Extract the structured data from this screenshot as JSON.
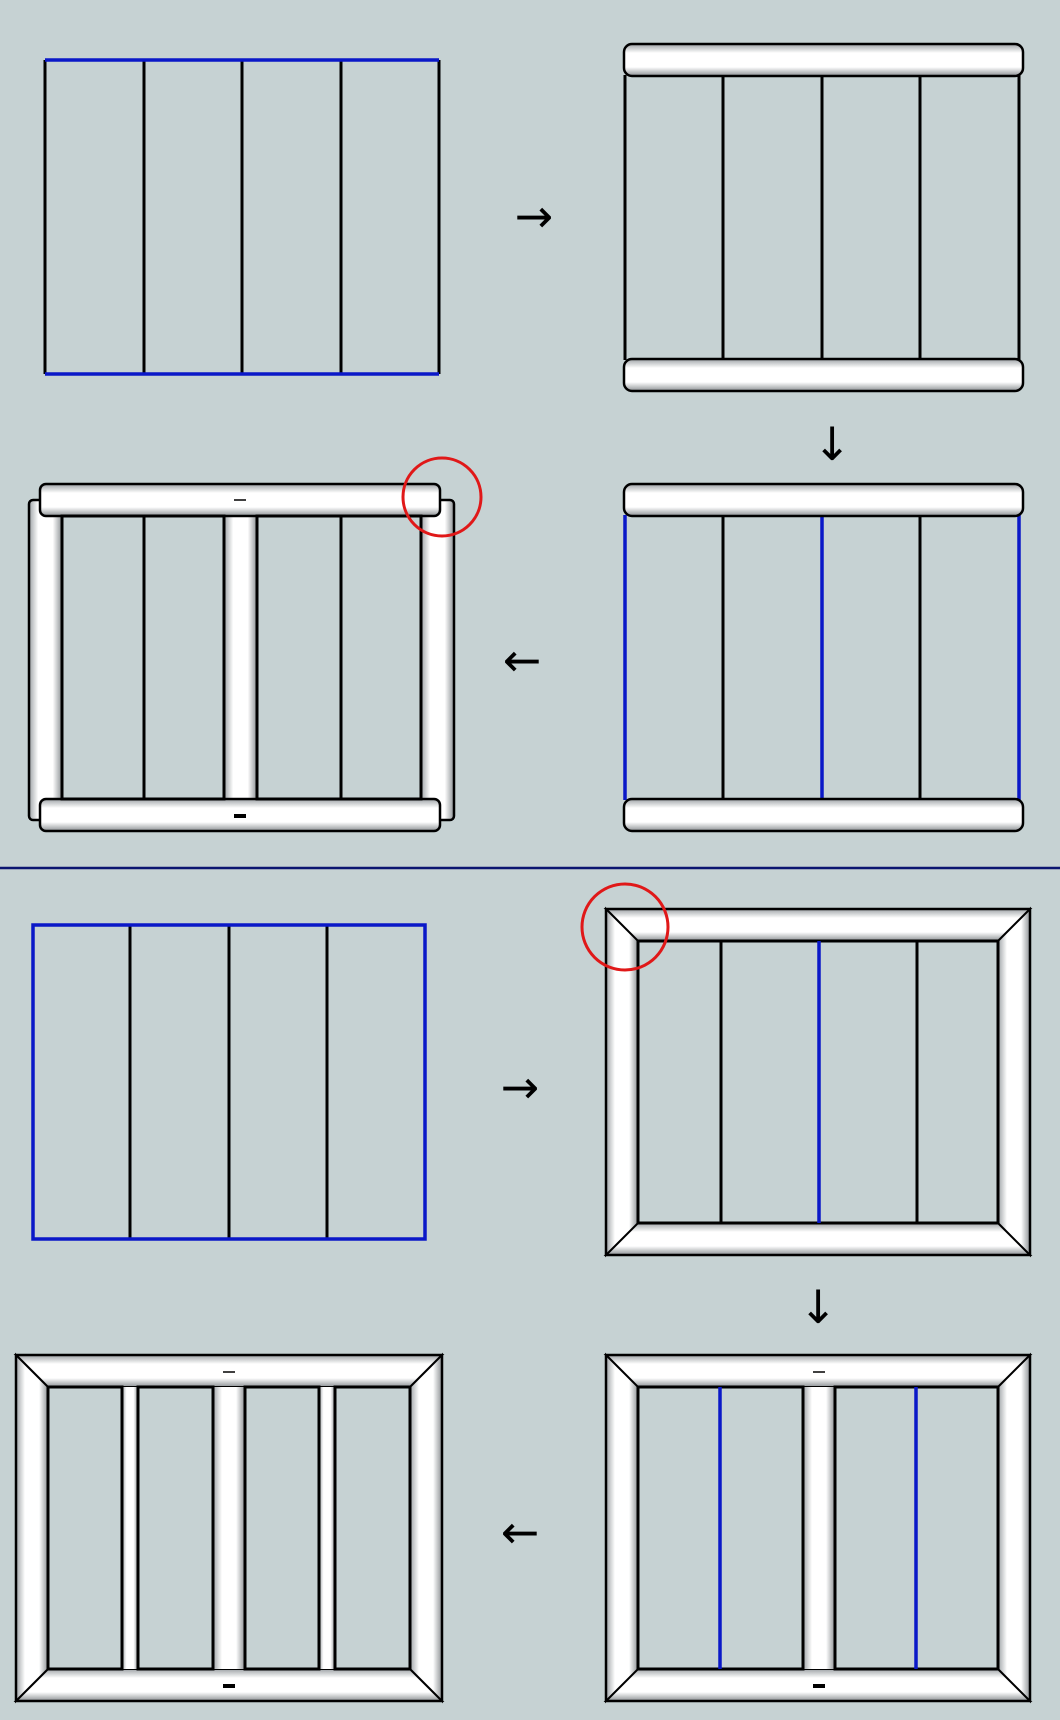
{
  "colors": {
    "background": "#c6d2d3",
    "line": "#000000",
    "highlight": "#0a18c8",
    "tube_fill": "#ffffff",
    "tube_shade": "#9ea3a6",
    "divider": "#0b1570",
    "marker": "#e01818"
  },
  "arrows": {
    "right": "→",
    "down": "↓",
    "left": "←"
  },
  "sections": [
    {
      "name": "top-section",
      "frame_type": "mitered-butt-joints"
    },
    {
      "name": "bottom-section",
      "frame_type": "mitered-corners"
    }
  ],
  "steps": [
    {
      "section": 0,
      "step": 1,
      "rails": [],
      "stiles": [],
      "mullions": 3,
      "highlight_mullions": [],
      "highlight_edges": [
        "top",
        "bottom"
      ]
    },
    {
      "section": 0,
      "step": 2,
      "rails": [
        "top",
        "bottom"
      ],
      "stiles": [],
      "mullions": 3,
      "highlight_mullions": [],
      "highlight_edges": []
    },
    {
      "section": 0,
      "step": 3,
      "rails": [
        "top",
        "bottom"
      ],
      "stiles": [],
      "mullions": 3,
      "highlight_mullions": [
        2
      ],
      "highlight_edges": [
        "left",
        "right"
      ]
    },
    {
      "section": 0,
      "step": 4,
      "rails": [
        "top",
        "bottom"
      ],
      "stiles": [
        "left",
        "center",
        "right"
      ],
      "mullions": 2,
      "highlight_mullions": [],
      "highlight_edges": [],
      "marker": "top-right-joint"
    },
    {
      "section": 1,
      "step": 1,
      "rails": [],
      "stiles": [],
      "mullions": 3,
      "highlight_mullions": [],
      "highlight_edges": [
        "top",
        "bottom",
        "left",
        "right"
      ]
    },
    {
      "section": 1,
      "step": 2,
      "rails": [
        "frame"
      ],
      "stiles": [],
      "mullions": 3,
      "highlight_mullions": [
        2
      ],
      "highlight_edges": [],
      "marker": "top-left-corner"
    },
    {
      "section": 1,
      "step": 3,
      "rails": [
        "frame"
      ],
      "stiles": [
        "center"
      ],
      "mullions": 2,
      "highlight_mullions": [
        1,
        2
      ],
      "highlight_edges": []
    },
    {
      "section": 1,
      "step": 4,
      "rails": [
        "frame"
      ],
      "stiles": [
        "center",
        "left-inner",
        "right-inner"
      ],
      "mullions": 0,
      "highlight_mullions": [],
      "highlight_edges": []
    }
  ]
}
